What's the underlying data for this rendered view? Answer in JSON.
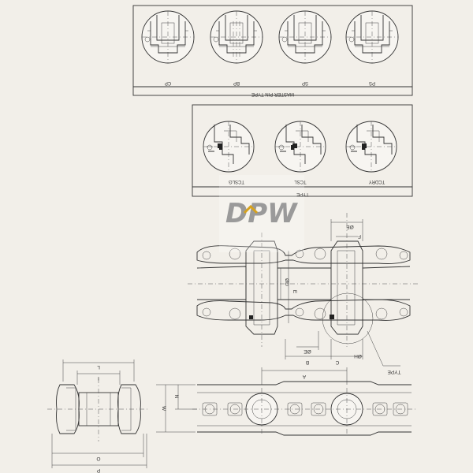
{
  "master_pin": {
    "title": "MASTER PIN TYPE",
    "types": [
      "CP",
      "BP",
      "SP",
      "PS"
    ]
  },
  "seal": {
    "title": "TYPE",
    "types": [
      "TCSLG",
      "TCSL",
      "TCDRY"
    ]
  },
  "logo": {
    "text": "DPW",
    "color_main": "#9a9a9a",
    "color_accent": "#d7a21c"
  },
  "dimensions": {
    "pitch": "A",
    "b": "B",
    "c": "C",
    "od": "ØD",
    "oh": "ØH",
    "oe": "ØE",
    "e": "E",
    "f": "F",
    "type_label": "TYPE",
    "l": "L",
    "i": "I",
    "o": "O",
    "p": "P",
    "w": "W",
    "n": "N"
  }
}
